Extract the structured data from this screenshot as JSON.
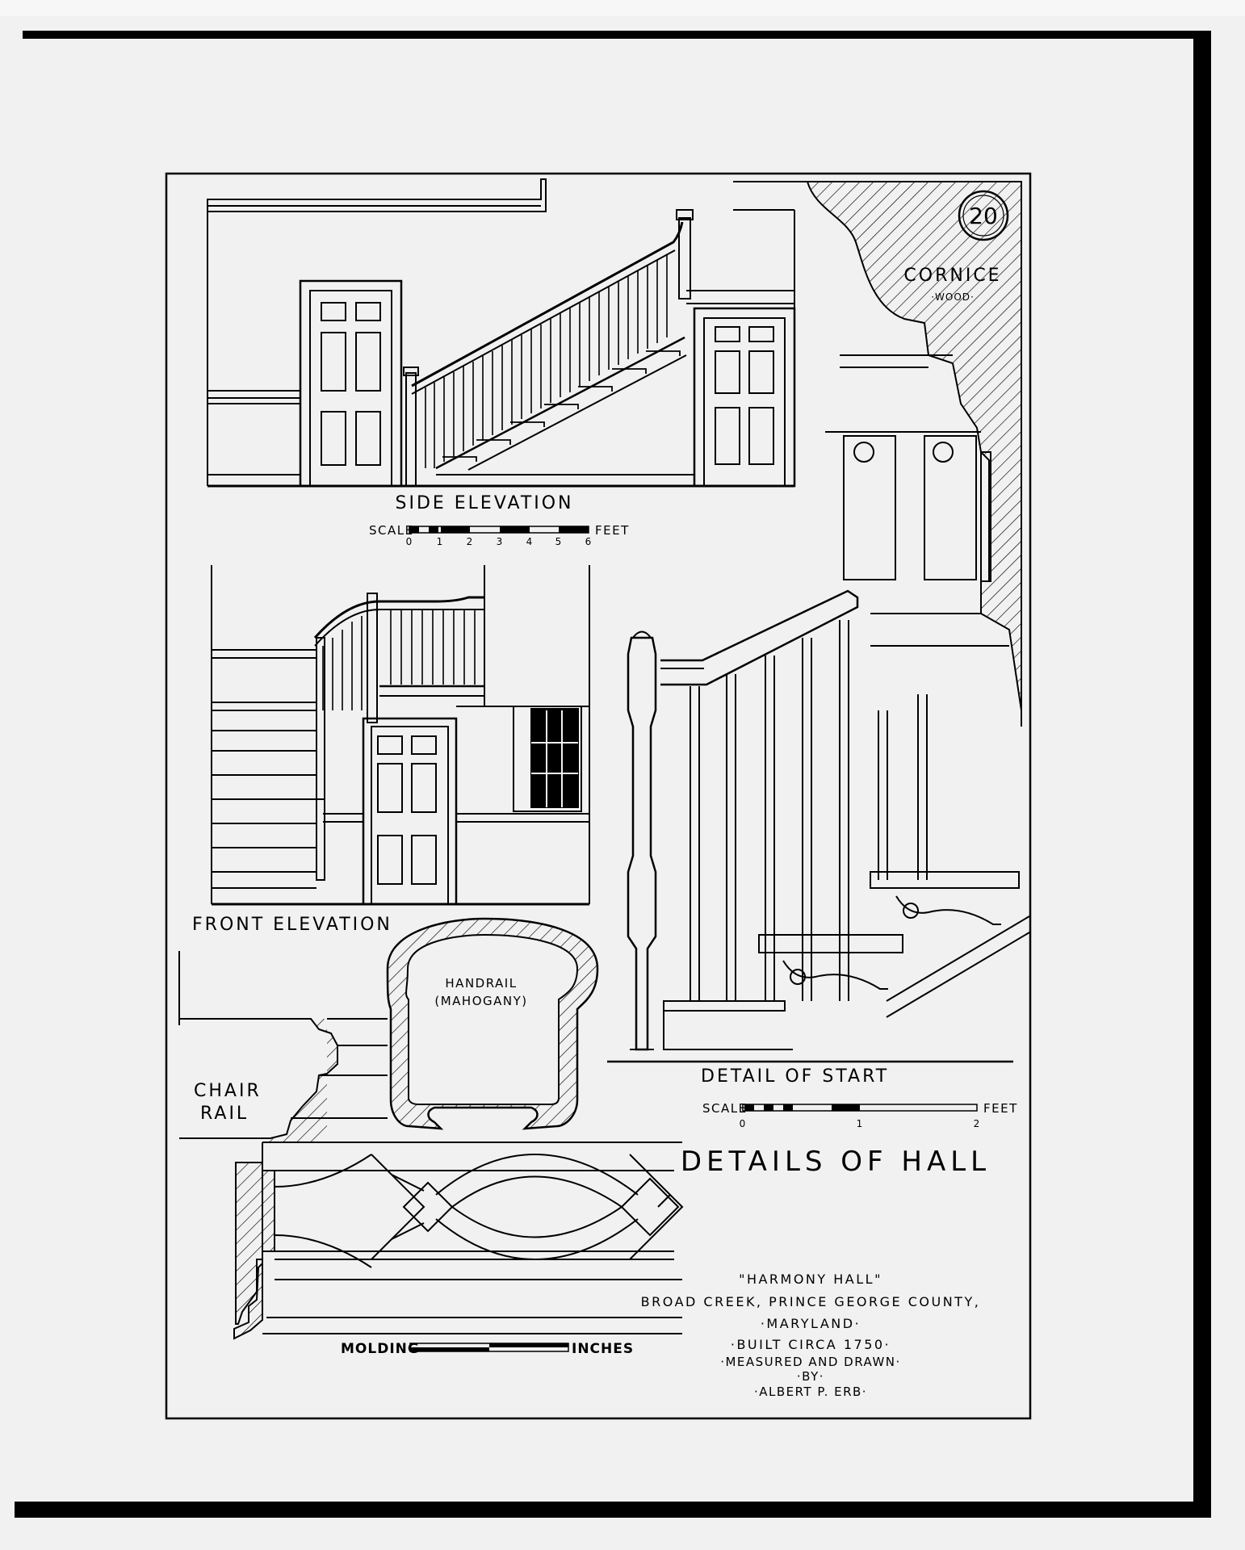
{
  "sheet_number": "20",
  "title": "DETAILS OF HALL",
  "views": {
    "side_elevation": "SIDE ELEVATION",
    "front_elevation": "FRONT ELEVATION",
    "detail_of_start": "DETAIL OF START",
    "cornice": "CORNICE",
    "cornice_material": "·WOOD·",
    "chair_rail_1": "CHAIR",
    "chair_rail_2": "RAIL",
    "handrail": "HANDRAIL",
    "handrail_material": "(MAHOGANY)"
  },
  "scales": {
    "side": {
      "label": "SCALE",
      "unit": "FEET",
      "ticks": [
        "0",
        "1",
        "2",
        "3",
        "4",
        "5",
        "6"
      ]
    },
    "start": {
      "label": "SCALE",
      "unit": "FEET",
      "ticks": [
        "0",
        "1",
        "2"
      ]
    },
    "molding": {
      "label": "MOLDING",
      "unit": "INCHES"
    }
  },
  "title_block": {
    "name": "\"HARMONY HALL\"",
    "location": "BROAD CREEK, PRINCE GEORGE COUNTY,",
    "state": "·MARYLAND·",
    "built": "·BUILT CIRCA 1750·",
    "measured": "·MEASURED AND DRAWN·",
    "by": "·BY·",
    "author": "·ALBERT P. ERB·"
  },
  "colors": {
    "ink": "#000000",
    "paper": "#f1f1f1"
  }
}
